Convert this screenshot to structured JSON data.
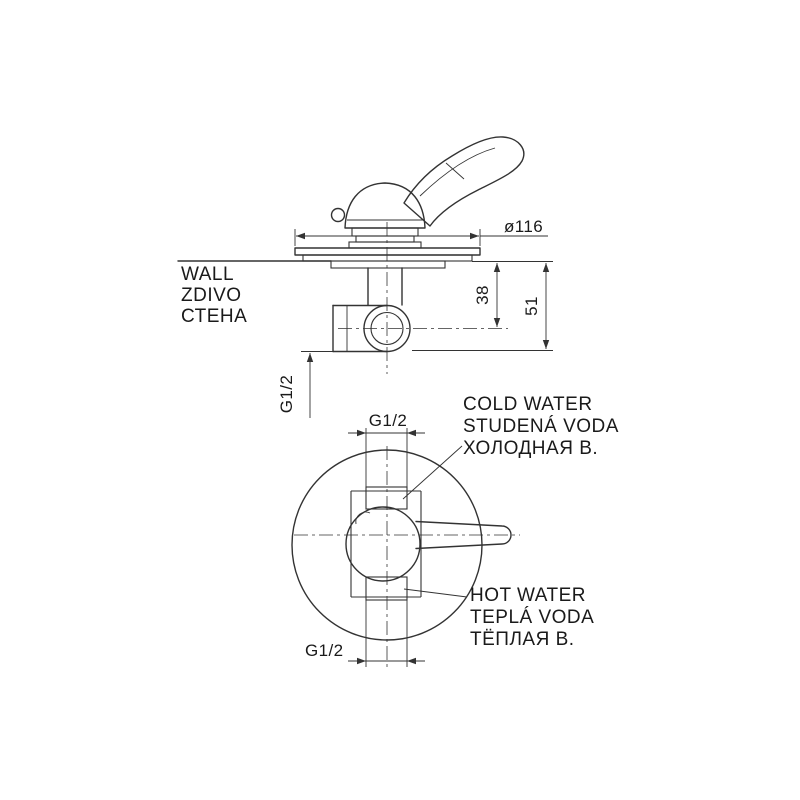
{
  "colors": {
    "line": "#333333",
    "background": "#ffffff",
    "text": "#1a1a1a"
  },
  "side_view": {
    "wall": {
      "en": "WALL",
      "sk": "ZDIVO",
      "ru": "СТЕНА"
    },
    "diameter_label": "ø116",
    "dim_wall_to_pipe_center": "38",
    "dim_wall_to_pipe_end": "51",
    "thread_label": "G1/2"
  },
  "front_view": {
    "top_thread_label": "G1/2",
    "bottom_thread_label": "G1/2",
    "cold_water": {
      "en": "COLD WATER",
      "sk": "STUDENÁ VODA",
      "ru": "ХОЛОДНАЯ В."
    },
    "hot_water": {
      "en": "HOT WATER",
      "sk": "TEPLÁ VODA",
      "ru": "ТЁПЛАЯ В."
    }
  }
}
